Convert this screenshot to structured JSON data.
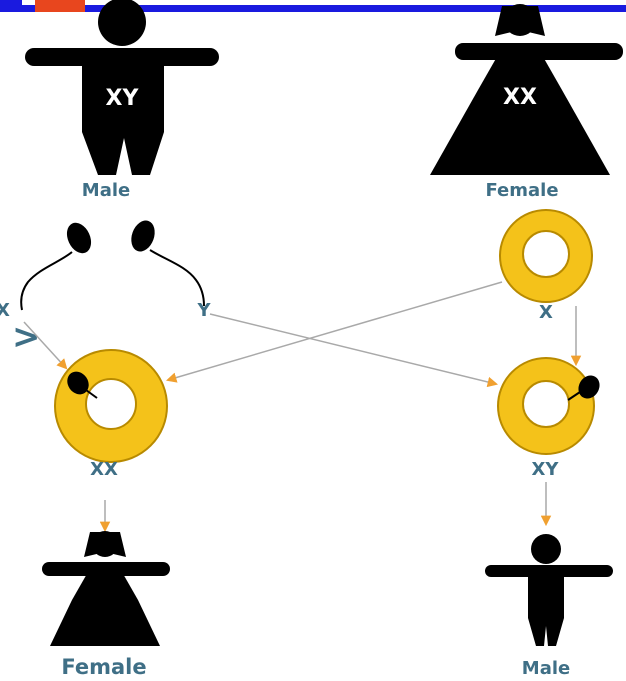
{
  "parents": {
    "male": {
      "label": "Male",
      "chromosomes": "XY"
    },
    "female": {
      "label": "Female",
      "chromosomes": "XX"
    }
  },
  "gametes": {
    "sperm_x_label": "X",
    "sperm_y_label": "Y",
    "egg_label": "X"
  },
  "zygotes": {
    "left": "XX",
    "right": "XY"
  },
  "offspring": {
    "left": "Female",
    "right": "Male"
  },
  "colors": {
    "label": "#3f6f86",
    "figure": "#000000",
    "egg": "#f4c21a",
    "arrow_orange": "#f0a030",
    "arrow_gray": "#a9a9a9",
    "top_bar": "#1a1adf",
    "top_accent": "#e8461e"
  }
}
